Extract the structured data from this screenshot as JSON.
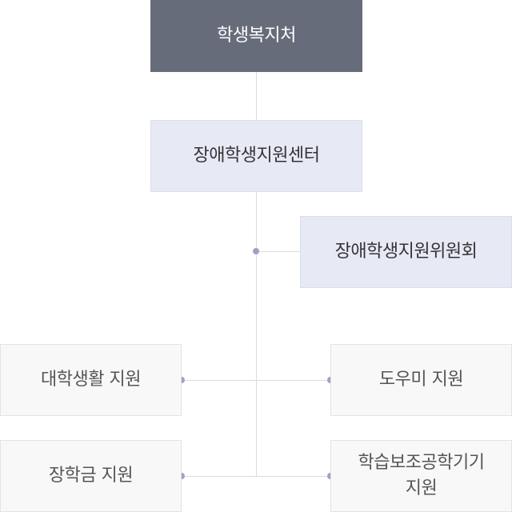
{
  "org_chart": {
    "root": {
      "label": "학생복지처"
    },
    "center": {
      "label": "장애학생지원센터"
    },
    "committee": {
      "label": "장애학생지원위원회"
    },
    "left_units": [
      {
        "label": "대학생활 지원"
      },
      {
        "label": "장학금 지원"
      }
    ],
    "right_units": [
      {
        "label": "도우미 지원"
      },
      {
        "label": "학습보조공학기기\n지원"
      }
    ]
  },
  "colors": {
    "root_fill": "#676c7b",
    "center_fill": "#e7eaf5",
    "leaf_fill": "#f8f8f8",
    "connector": "#dcdcdc",
    "junction_dot": "#9ca3c9"
  }
}
